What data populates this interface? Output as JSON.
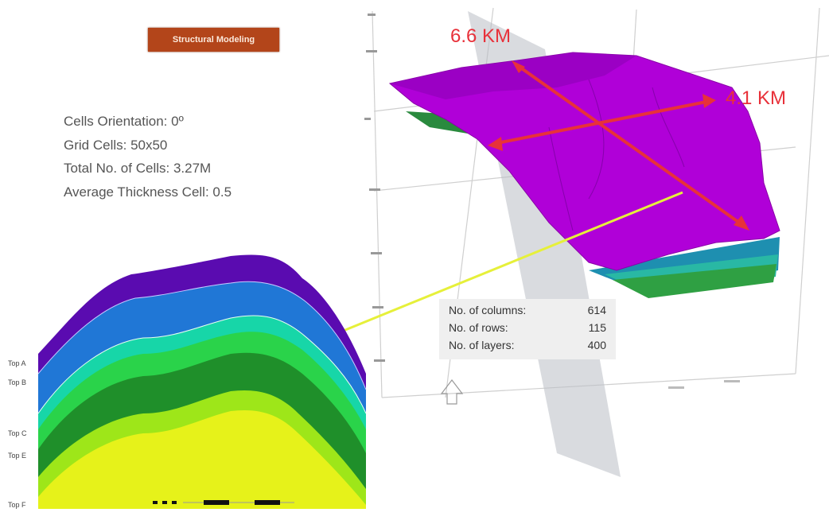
{
  "title_badge": "Structural Modeling",
  "stats": {
    "orientation": "Cells Orientation: 0º",
    "grid_cells": "Grid Cells: 50x50",
    "total_cells": "Total No. of Cells: 3.27M",
    "avg_thickness": "Average Thickness Cell: 0.5"
  },
  "grid_table": {
    "rows": [
      {
        "label": "No. of columns:",
        "value": "614"
      },
      {
        "label": "No. of rows:",
        "value": "115"
      },
      {
        "label": "No. of layers:",
        "value": "400"
      }
    ]
  },
  "dimensions": {
    "length": "6.6 KM",
    "width": "4.1 KM"
  },
  "horizons": [
    "Top A",
    "Top B",
    "Top C",
    "Top E",
    "Top F"
  ],
  "colors": {
    "badge": "#b3451a",
    "surface": "#b000d8",
    "arrow": "#e8313a",
    "pointer": "#e6f03a"
  }
}
